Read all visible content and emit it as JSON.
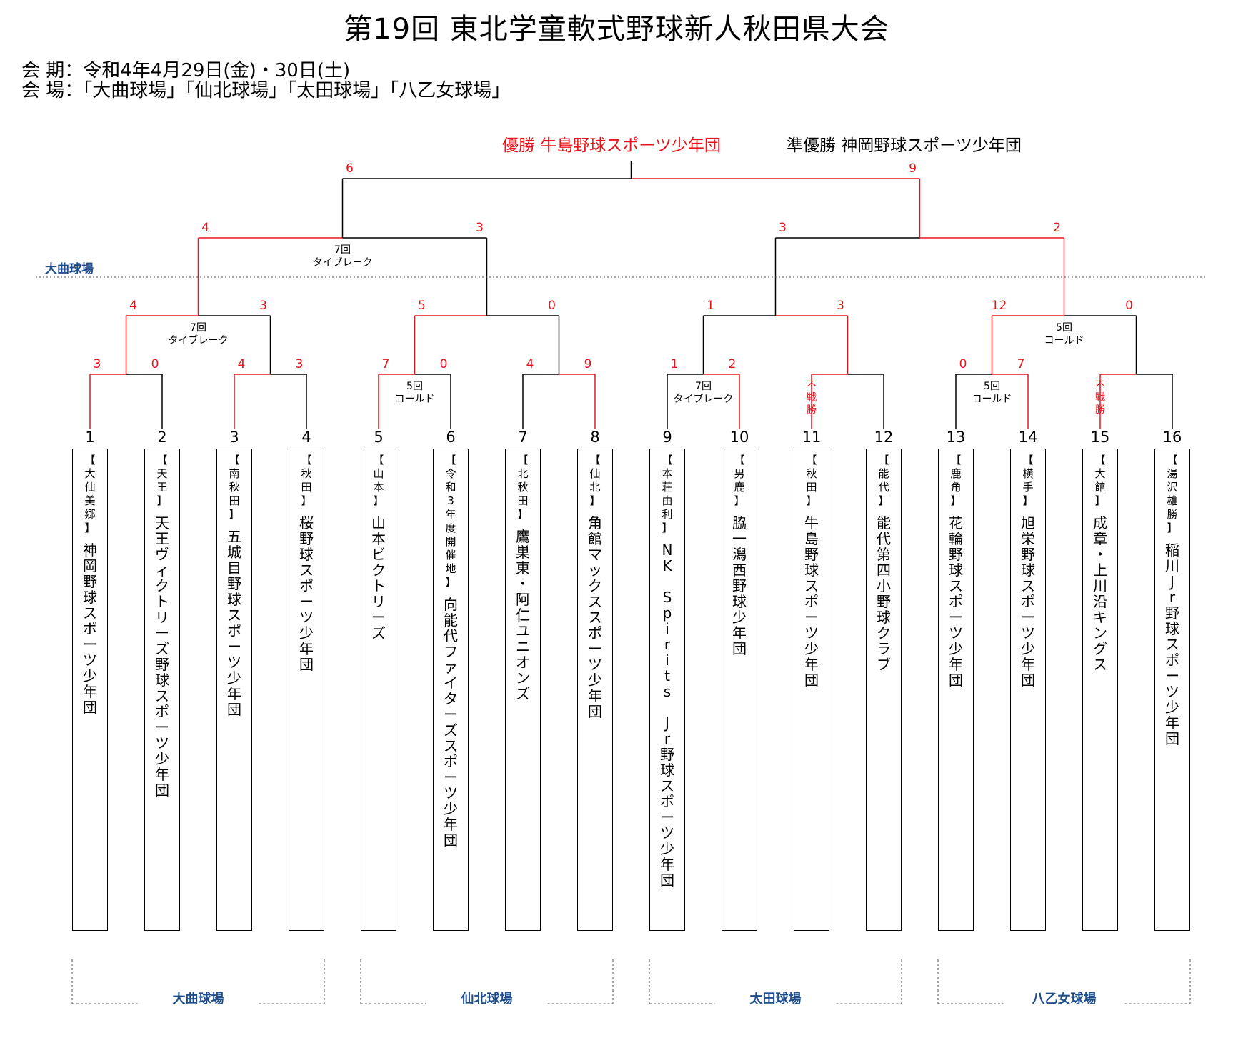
{
  "title": "第19回 東北学童軟式野球新人秋田県大会",
  "info": {
    "period": "会 期：令和4年4月29日(金)・30日(土)",
    "venues": "会 場：「大曲球場」「仙北球場」「太田球場」「八乙女球場」"
  },
  "result": {
    "winner": "優勝  牛島野球スポーツ少年団",
    "runner_up": "準優勝  神岡野球スポーツ少年団"
  },
  "colors": {
    "win": "#e8141b",
    "normal": "#000000",
    "venue": "#1f4e8c"
  },
  "teams": [
    {
      "no": "1",
      "pref": "大仙美郷",
      "name": "神岡野球スポーツ少年団"
    },
    {
      "no": "2",
      "pref": "天王",
      "name": "天王ヴィクトリーズ野球スポーツ少年団"
    },
    {
      "no": "3",
      "pref": "南秋田",
      "name": "五城目野球スポーツ少年団"
    },
    {
      "no": "4",
      "pref": "秋田",
      "name": "桜野球スポーツ少年団"
    },
    {
      "no": "5",
      "pref": "山本",
      "name": "山本ビクトリーズ"
    },
    {
      "no": "6",
      "pref": "令和3年度開催地",
      "name": "向能代ファイターズスポーツ少年団"
    },
    {
      "no": "7",
      "pref": "北秋田",
      "name": "鷹巣東・阿仁ユニオンズ"
    },
    {
      "no": "8",
      "pref": "仙北",
      "name": "角館マックススポーツ少年団"
    },
    {
      "no": "9",
      "pref": "本荘由利",
      "name": "NK Spirits Jr野球スポーツ少年団"
    },
    {
      "no": "10",
      "pref": "男鹿",
      "name": "脇一潟西野球少年団"
    },
    {
      "no": "11",
      "pref": "秋田",
      "name": "牛島野球スポーツ少年団"
    },
    {
      "no": "12",
      "pref": "能代",
      "name": "能代第四小野球クラブ"
    },
    {
      "no": "13",
      "pref": "鹿角",
      "name": "花輪野球スポーツ少年団"
    },
    {
      "no": "14",
      "pref": "横手",
      "name": "旭栄野球スポーツ少年団"
    },
    {
      "no": "15",
      "pref": "大館",
      "name": "成章・上川沿キングス"
    },
    {
      "no": "16",
      "pref": "湯沢雄勝",
      "name": "稲川Jr野球スポーツ少年団"
    }
  ],
  "round1": [
    {
      "left": "3",
      "right": "0",
      "winner": "left",
      "note": ""
    },
    {
      "left": "4",
      "right": "3",
      "winner": "left",
      "note": ""
    },
    {
      "left": "7",
      "right": "0",
      "winner": "left",
      "note": "5回\nコールド"
    },
    {
      "left": "4",
      "right": "9",
      "winner": "right",
      "note": ""
    },
    {
      "left": "1",
      "right": "2",
      "winner": "right",
      "note": "7回\nタイブレーク"
    },
    {
      "left": "不戦勝",
      "right": "",
      "winner": "left",
      "note": "",
      "forfeit": true
    },
    {
      "left": "0",
      "right": "7",
      "winner": "right",
      "note": "5回\nコールド"
    },
    {
      "left": "不戦勝",
      "right": "",
      "winner": "left",
      "note": "",
      "forfeit": true
    }
  ],
  "round2": [
    {
      "left": "4",
      "right": "3",
      "winner": "left",
      "note": "7回\nタイブレーク"
    },
    {
      "left": "5",
      "right": "0",
      "winner": "left",
      "note": ""
    },
    {
      "left": "1",
      "right": "3",
      "winner": "right",
      "note": ""
    },
    {
      "left": "12",
      "right": "0",
      "winner": "left",
      "note": "5回\nコールド"
    }
  ],
  "semis": [
    {
      "left": "4",
      "right": "3",
      "winner": "left",
      "note": "7回\nタイブレーク"
    },
    {
      "left": "3",
      "right": "2",
      "winner": "right",
      "note": ""
    }
  ],
  "final": {
    "left": "6",
    "right": "9",
    "winner": "right",
    "note": ""
  },
  "venue_labels": {
    "top_left": "大曲球場",
    "bottom": [
      "大曲球場",
      "仙北球場",
      "太田球場",
      "八乙女球場"
    ]
  }
}
